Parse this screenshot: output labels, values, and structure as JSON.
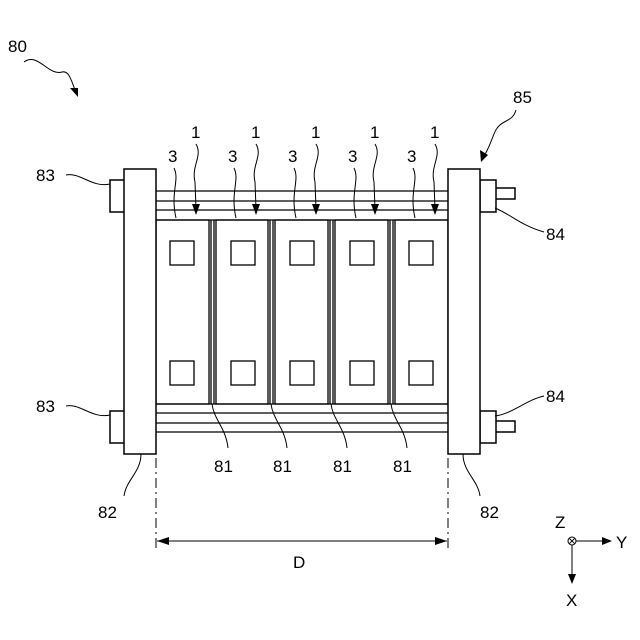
{
  "labels": {
    "assembly": "80",
    "frame": "85",
    "battery_cell": "1",
    "terminal": "3",
    "bolt_head": "83",
    "nut": "84",
    "separator": "81",
    "end_plate": "82",
    "distance": "D"
  },
  "axes": {
    "z": "Z",
    "y": "Y",
    "x": "X"
  }
}
